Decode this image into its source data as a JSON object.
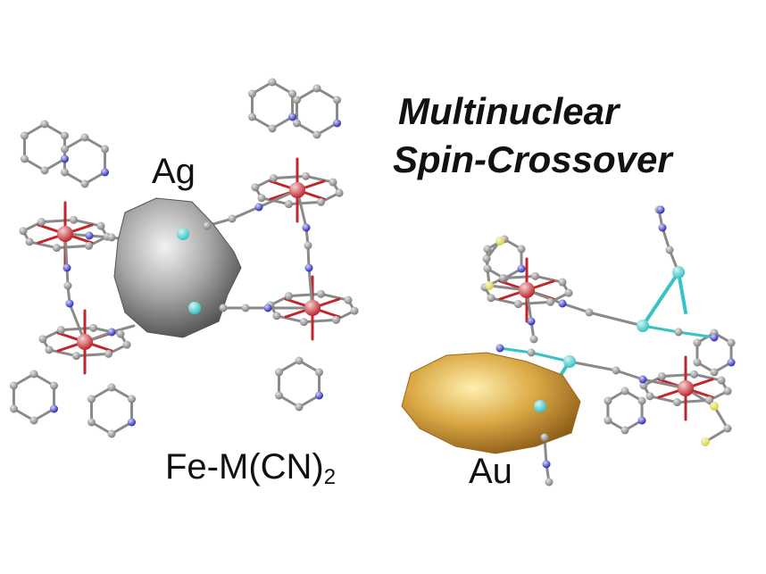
{
  "title": {
    "line1": "Multinuclear",
    "line2": "Spin-Crossover"
  },
  "labels": {
    "ag": "Ag",
    "au": "Au",
    "formula_main": "Fe-M(CN)",
    "formula_sub": "2"
  },
  "colors": {
    "bond": "#8a8a8a",
    "carbon": "#7d7d7d",
    "iron": "#c0262c",
    "nitrogen": "#2a2ab8",
    "metal_bridge": "#36c3c3",
    "sulfur": "#d8d23a",
    "silver": "#9a9a9a",
    "gold": "#d9a441"
  }
}
